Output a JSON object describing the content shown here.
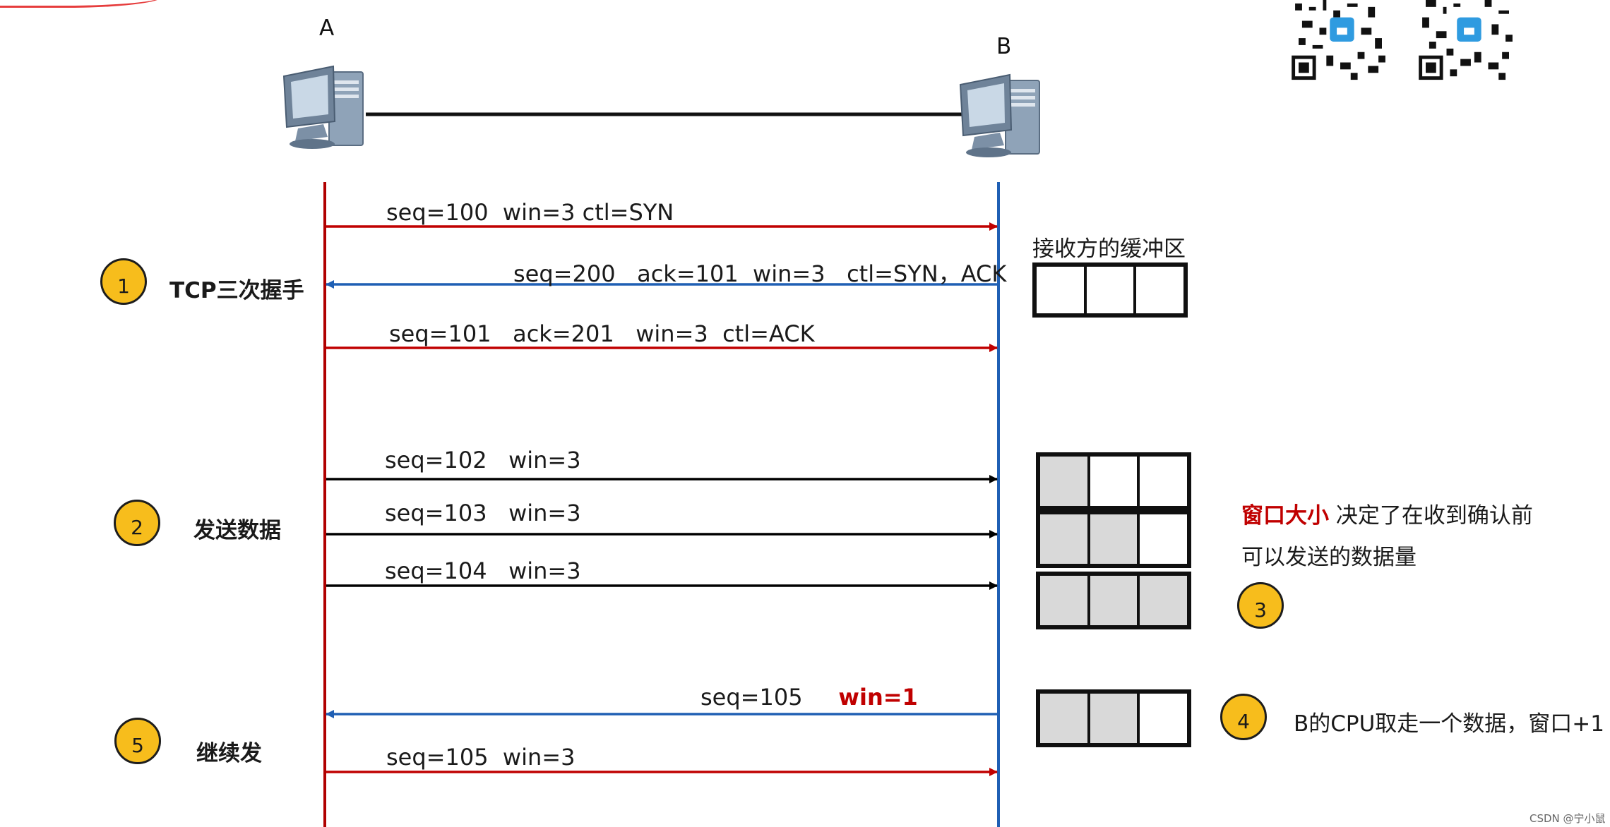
{
  "nodes": {
    "a_label": "A",
    "b_label": "B"
  },
  "buffer_title": "接收方的缓冲区",
  "steps": [
    {
      "number": "1",
      "label": "TCP三次握手"
    },
    {
      "number": "2",
      "label": "发送数据"
    },
    {
      "number": "3"
    },
    {
      "number": "4"
    },
    {
      "number": "5",
      "label": "继续发"
    }
  ],
  "messages": [
    {
      "text": "seq=100  win=3 ctl=SYN",
      "direction": "A→B",
      "color": "#c00000"
    },
    {
      "text": "seq=200   ack=101  win=3   ctl=SYN，ACK",
      "direction": "B→A",
      "color": "#1f5fb4"
    },
    {
      "text": "seq=101   ack=201   win=3  ctl=ACK",
      "direction": "A→B",
      "color": "#c00000"
    },
    {
      "text": "seq=102   win=3",
      "direction": "A→B",
      "color": "#000000"
    },
    {
      "text": "seq=103   win=3",
      "direction": "A→B",
      "color": "#000000"
    },
    {
      "text": "seq=104   win=3",
      "direction": "A→B",
      "color": "#000000"
    },
    {
      "text_plain": "seq=105",
      "text_emph": "win=1",
      "direction": "B→A",
      "color": "#1f5fb4"
    },
    {
      "text": "seq=105  win=3",
      "direction": "A→B",
      "color": "#c00000"
    }
  ],
  "buffers": [
    {
      "filled": 0
    },
    {
      "filled": 1
    },
    {
      "filled": 2
    },
    {
      "filled": 3
    },
    {
      "filled": 2
    }
  ],
  "notes": {
    "window_emph": "窗口大小",
    "window_rest": " 决定了在收到确认前",
    "window_line2": "可以发送的数据量",
    "cpu_note": "B的CPU取走一个数据，窗口+1"
  },
  "watermark": "CSDN @宁小鼠",
  "colors": {
    "a_lifeline": "#b00000",
    "b_lifeline": "#1f5fb4",
    "circle_fill": "#f7bd1c",
    "emphasis": "#c00000"
  }
}
